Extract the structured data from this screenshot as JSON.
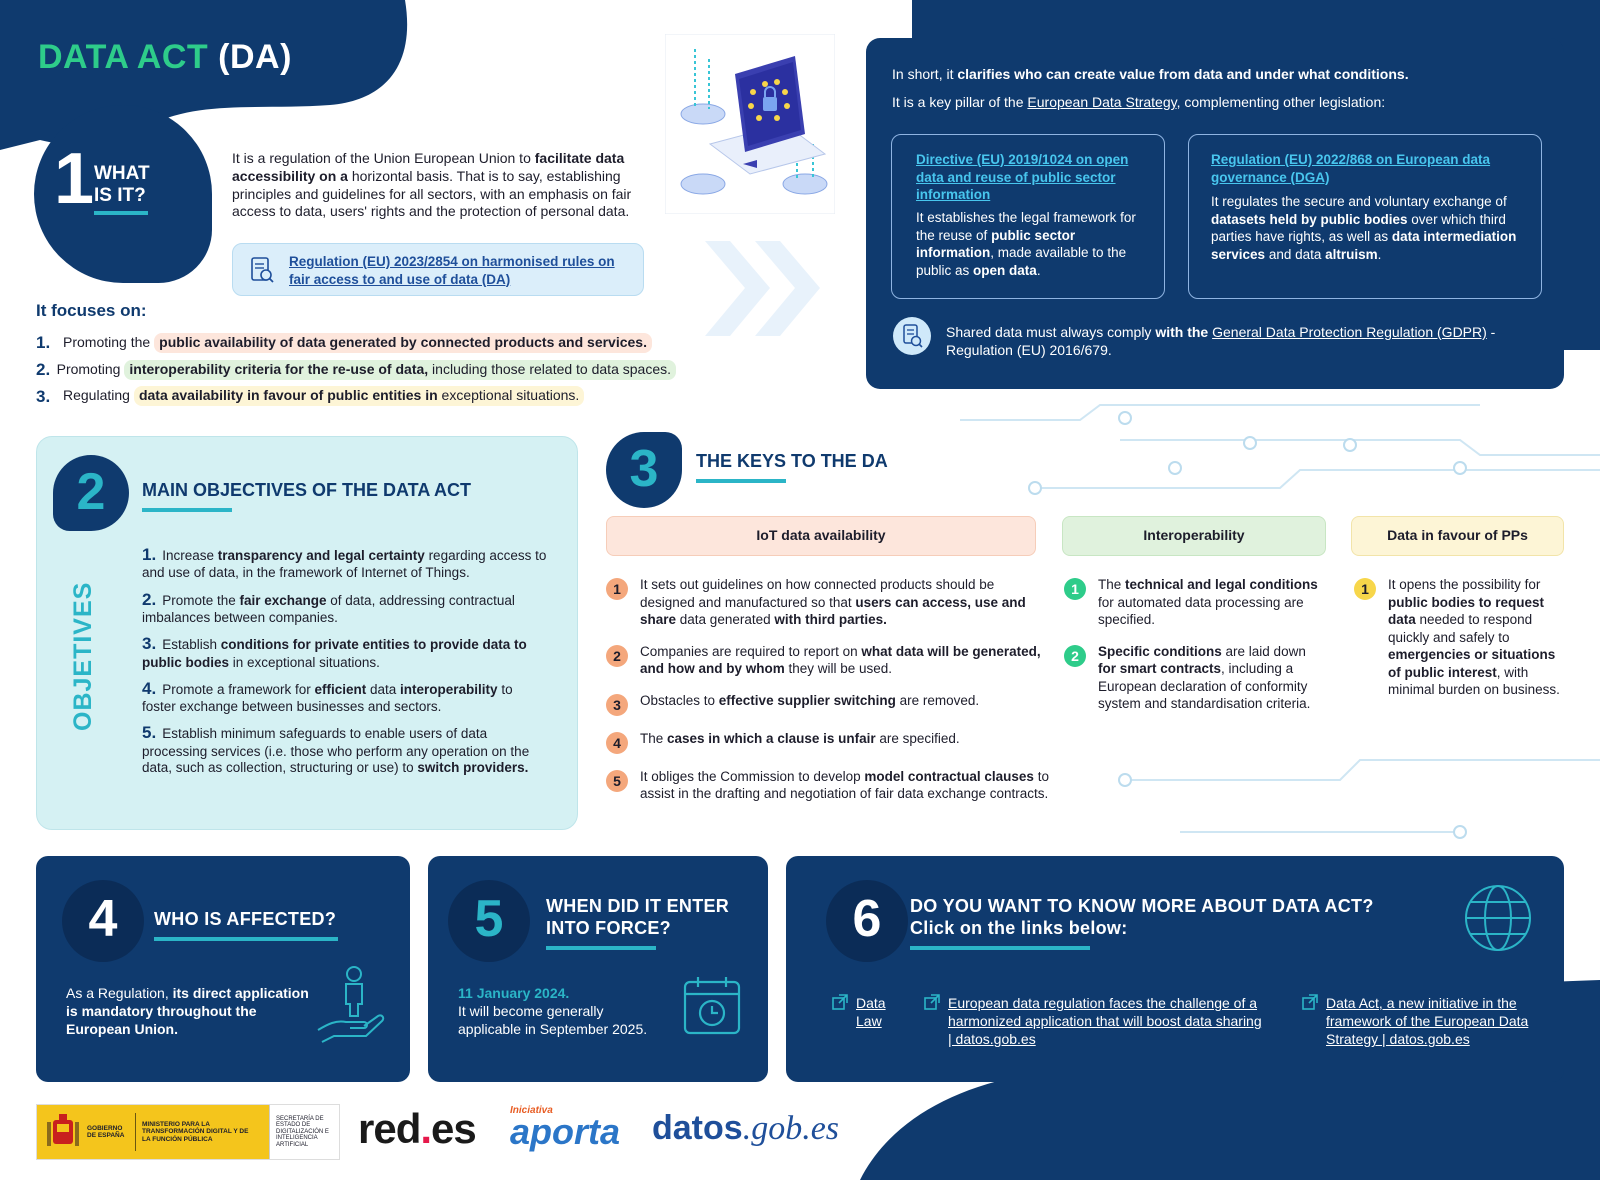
{
  "header": {
    "title_main": "DATA ACT",
    "title_abbr": "(DA)"
  },
  "section1": {
    "number": "1",
    "title_line1": "WHAT",
    "title_line2": "IS IT?",
    "desc": [
      {
        "t": "It is a regulation of the Union European Union to ",
        "b": false
      },
      {
        "t": "facilitate data accessibility on a",
        "b": true
      },
      {
        "t": " horizontal basis. That is to say, establishing principles and guidelines for all sectors, with an emphasis on fair access to data, users' rights and the protection of personal data.",
        "b": false
      }
    ],
    "reg_link": "Regulation (EU) 2023/2854 on harmonised rules on fair access to and use of data (DA)",
    "focus_title": "It focuses on:",
    "focus": [
      {
        "num": "1.",
        "pre": "Promoting the",
        "hl": "public availability of data generated by connected products and services.",
        "hl_rest": ""
      },
      {
        "num": "2.",
        "pre": "Promoting",
        "hl": "interoperability criteria for the re-use of data,",
        "hl_rest": " including those related to data spaces."
      },
      {
        "num": "3.",
        "pre": "Regulating",
        "hl": "data availability in favour of public entities in",
        "hl_rest": " exceptional situations."
      }
    ]
  },
  "summary": {
    "line1_pre": "In short, it ",
    "line1_b": "clarifies who can create value from data and under what conditions.",
    "line2_pre": "It is a key pillar of the ",
    "line2_link": "European Data Strategy",
    "line2_post": ", complementing other legislation:",
    "box1": {
      "link": "Directive (EU) 2019/1024 on open data and reuse of public sector information",
      "text": [
        {
          "t": "It establishes the legal framework for the reuse of ",
          "b": false
        },
        {
          "t": "public sector information",
          "b": true
        },
        {
          "t": ", made available to the public as ",
          "b": false
        },
        {
          "t": "open data",
          "b": true
        },
        {
          "t": ".",
          "b": false
        }
      ]
    },
    "box2": {
      "link": "Regulation (EU) 2022/868 on European data governance (DGA)",
      "text": [
        {
          "t": "It regulates the secure and voluntary exchange of ",
          "b": false
        },
        {
          "t": "datasets held by public bodies",
          "b": true
        },
        {
          "t": " over which third parties have rights, as well as ",
          "b": false
        },
        {
          "t": "data intermediation services",
          "b": true
        },
        {
          "t": " and data ",
          "b": false
        },
        {
          "t": "altruism",
          "b": true
        },
        {
          "t": ".",
          "b": false
        }
      ]
    },
    "gdpr_pre": "Shared data must always comply ",
    "gdpr_b": "with the",
    "gdpr_link": "General Data Protection Regulation (GDPR)",
    "gdpr_post": " - Regulation (EU) 2016/679."
  },
  "section2": {
    "number": "2",
    "title": "MAIN OBJECTIVES OF THE DATA ACT",
    "side_label": "OBJETIVES",
    "items": [
      {
        "num": "1.",
        "parts": [
          {
            "t": "Increase ",
            "b": false
          },
          {
            "t": "transparency and legal certainty",
            "b": true
          },
          {
            "t": " regarding access to and use of data, in the framework of Internet of Things.",
            "b": false
          }
        ]
      },
      {
        "num": "2.",
        "parts": [
          {
            "t": "Promote the ",
            "b": false
          },
          {
            "t": "fair exchange",
            "b": true
          },
          {
            "t": " of data, addressing contractual imbalances between companies.",
            "b": false
          }
        ]
      },
      {
        "num": "3.",
        "parts": [
          {
            "t": "Establish ",
            "b": false
          },
          {
            "t": "conditions for private entities to provide data to public bodies",
            "b": true
          },
          {
            "t": " in exceptional situations.",
            "b": false
          }
        ]
      },
      {
        "num": "4.",
        "parts": [
          {
            "t": "Promote a framework for ",
            "b": false
          },
          {
            "t": "efficient",
            "b": true
          },
          {
            "t": " data ",
            "b": false
          },
          {
            "t": "interoperability",
            "b": true
          },
          {
            "t": " to foster exchange between businesses and sectors.",
            "b": false
          }
        ]
      },
      {
        "num": "5.",
        "parts": [
          {
            "t": "Establish minimum safeguards to enable users of data processing services (i.e. those who perform any operation on the data, such as collection, structuring or use) to ",
            "b": false
          },
          {
            "t": "switch providers.",
            "b": true
          }
        ]
      }
    ]
  },
  "section3": {
    "number": "3",
    "title": "THE KEYS TO THE DA",
    "columns": [
      {
        "header": "IoT data availability",
        "items": [
          {
            "num": "1",
            "parts": [
              {
                "t": "It sets out guidelines on how connected products should be designed and manufactured so that ",
                "b": false
              },
              {
                "t": "users can access, use and share",
                "b": true
              },
              {
                "t": " data generated ",
                "b": false
              },
              {
                "t": "with third parties.",
                "b": true
              }
            ]
          },
          {
            "num": "2",
            "parts": [
              {
                "t": "Companies are required to report on ",
                "b": false
              },
              {
                "t": "what data will be generated, and how and by whom",
                "b": true
              },
              {
                "t": " they will be used.",
                "b": false
              }
            ]
          },
          {
            "num": "3",
            "parts": [
              {
                "t": "Obstacles to ",
                "b": false
              },
              {
                "t": "effective supplier switching",
                "b": true
              },
              {
                "t": " are removed.",
                "b": false
              }
            ]
          },
          {
            "num": "4",
            "parts": [
              {
                "t": "The ",
                "b": false
              },
              {
                "t": "cases in which a clause is unfair",
                "b": true
              },
              {
                "t": " are specified.",
                "b": false
              }
            ]
          },
          {
            "num": "5",
            "parts": [
              {
                "t": "It obliges the Commission to develop ",
                "b": false
              },
              {
                "t": "model contractual clauses",
                "b": true
              },
              {
                "t": " to assist in the drafting and negotiation of fair data exchange contracts.",
                "b": false
              }
            ]
          }
        ]
      },
      {
        "header": "Interoperability",
        "items": [
          {
            "num": "1",
            "parts": [
              {
                "t": "The ",
                "b": false
              },
              {
                "t": "technical and legal conditions",
                "b": true
              },
              {
                "t": " for automated data processing are specified.",
                "b": false
              }
            ]
          },
          {
            "num": "2",
            "parts": [
              {
                "t": "Specific conditions",
                "b": true
              },
              {
                "t": " are laid down ",
                "b": false
              },
              {
                "t": "for smart contracts",
                "b": true
              },
              {
                "t": ", including a European declaration of conformity system and standardisation criteria.",
                "b": false
              }
            ]
          }
        ]
      },
      {
        "header": "Data in favour of PPs",
        "items": [
          {
            "num": "1",
            "parts": [
              {
                "t": "It opens the possibility for ",
                "b": false
              },
              {
                "t": "public bodies to request data",
                "b": true
              },
              {
                "t": " needed to respond quickly and safely to ",
                "b": false
              },
              {
                "t": "emergencies or situations of public interest",
                "b": true
              },
              {
                "t": ", with minimal burden on business.",
                "b": false
              }
            ]
          }
        ]
      }
    ]
  },
  "section4": {
    "number": "4",
    "title": "WHO IS AFFECTED?",
    "text": [
      {
        "t": "As a Regulation, ",
        "b": false
      },
      {
        "t": "its direct application is mandatory throughout the European Union.",
        "b": true
      }
    ]
  },
  "section5": {
    "number": "5",
    "title_line1": "WHEN DID IT ENTER",
    "title_line2": "INTO FORCE?",
    "date": "11 January 2024.",
    "text": "It will become generally applicable in September 2025."
  },
  "section6": {
    "number": "6",
    "title_line1": "DO YOU WANT TO KNOW MORE ABOUT DATA ACT?",
    "title_line2": "Click on the links below:",
    "links": [
      {
        "text": "Data Law"
      },
      {
        "text": "European data regulation faces the challenge of a harmonized application that will boost data sharing | datos.gob.es"
      },
      {
        "text": "Data Act, a new initiative in the framework of the European Data Strategy | datos.gob.es"
      }
    ]
  },
  "footer": {
    "gov1": "GOBIERNO DE ESPAÑA",
    "gov2": "MINISTERIO PARA LA TRANSFORMACIÓN DIGITAL Y DE LA FUNCIÓN PÚBLICA",
    "gov3": "SECRETARÍA DE ESTADO DE DIGITALIZACIÓN E INTELIGENCIA ARTIFICIAL",
    "redes_a": "red",
    "redes_dot": ".",
    "redes_b": "es",
    "aporta_small": "Iniciativa",
    "aporta": "aporta",
    "datos_a": "datos",
    "datos_b": ".gob.es"
  },
  "colors": {
    "navy": "#0f3a6e",
    "teal": "#2bb5c7",
    "green": "#2ecc8a",
    "orange": "#f4a77c",
    "yellow": "#f7d64a",
    "light_teal_bg": "#d5f1f3"
  }
}
